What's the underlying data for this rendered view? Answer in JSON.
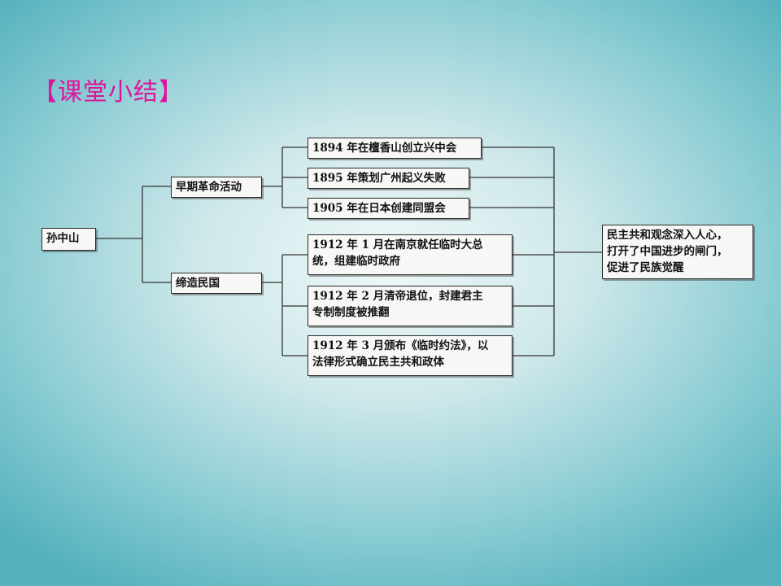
{
  "title": "【课堂小结】",
  "diagram": {
    "root": "孙中山",
    "branches": [
      {
        "label": "早期革命活动",
        "items": [
          "1894 年在檀香山创立兴中会",
          "1895 年策划广州起义失败",
          "1905 年在日本创建同盟会"
        ]
      },
      {
        "label": "缔造民国",
        "items": [
          [
            "1912 年 1 月在南京就任临时大总",
            "统，组建临时政府"
          ],
          [
            "1912 年 2 月清帝退位，封建君主",
            "专制制度被推翻"
          ],
          [
            "1912 年 3 月颁布《临时约法》，以",
            "法律形式确立民主共和政体"
          ]
        ]
      }
    ],
    "conclusion": [
      "民主共和观念深入人心，",
      "打开了中国进步的闸门，",
      "促进了民族觉醒"
    ]
  }
}
